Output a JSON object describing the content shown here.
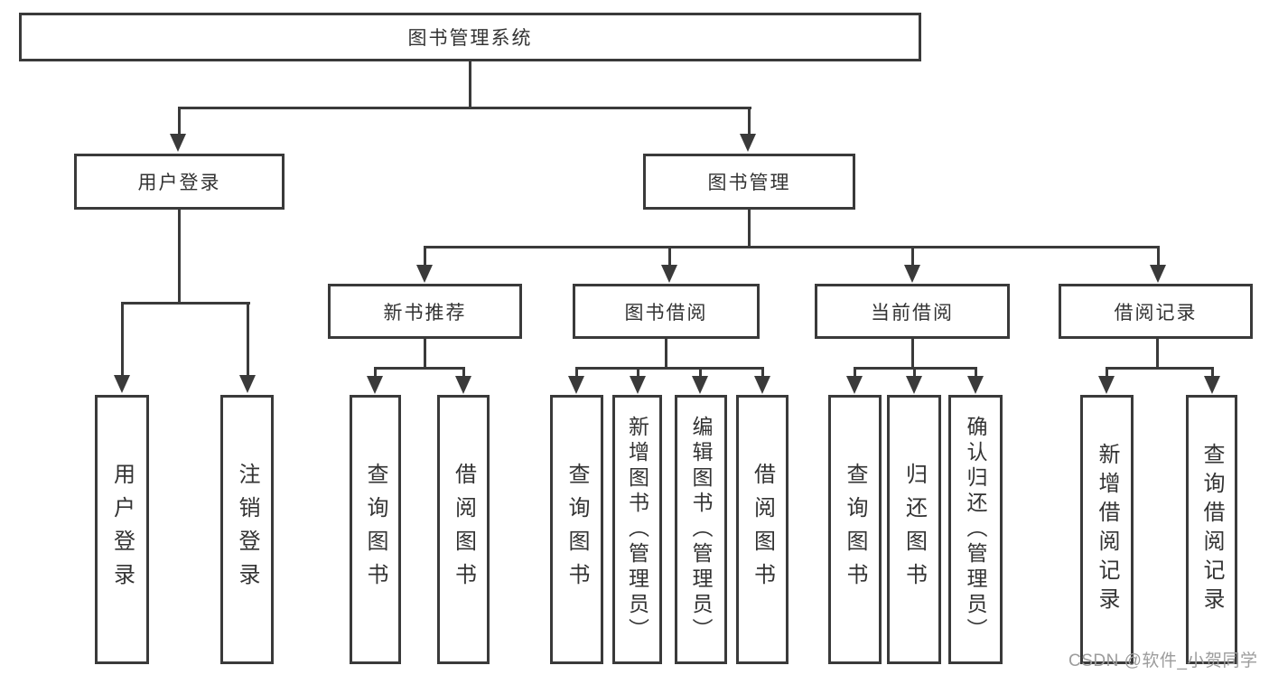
{
  "diagram": {
    "root": {
      "label": "图书管理系统"
    },
    "branches": [
      {
        "label": "用户登录",
        "children": [
          {
            "label": "用户登录"
          },
          {
            "label": "注销登录"
          }
        ]
      },
      {
        "label": "图书管理",
        "children": [
          {
            "label": "新书推荐",
            "children": [
              {
                "label": "查询图书"
              },
              {
                "label": "借阅图书"
              }
            ]
          },
          {
            "label": "图书借阅",
            "children": [
              {
                "label": "查询图书"
              },
              {
                "label": "新增图书（管理员）"
              },
              {
                "label": "编辑图书（管理员）"
              },
              {
                "label": "借阅图书"
              }
            ]
          },
          {
            "label": "当前借阅",
            "children": [
              {
                "label": "查询图书"
              },
              {
                "label": "归还图书"
              },
              {
                "label": "确认归还（管理员）"
              }
            ]
          },
          {
            "label": "借阅记录",
            "children": [
              {
                "label": "新增借阅记录"
              },
              {
                "label": "查询借阅记录"
              }
            ]
          }
        ]
      }
    ]
  },
  "watermark": {
    "text": "CSDN @软件_小贺同学"
  },
  "colors": {
    "line": "#3a3a3a",
    "text": "#333333",
    "node_background": "#ffffff",
    "page_background": "#ffffff",
    "watermark": "#9c9c9c"
  }
}
